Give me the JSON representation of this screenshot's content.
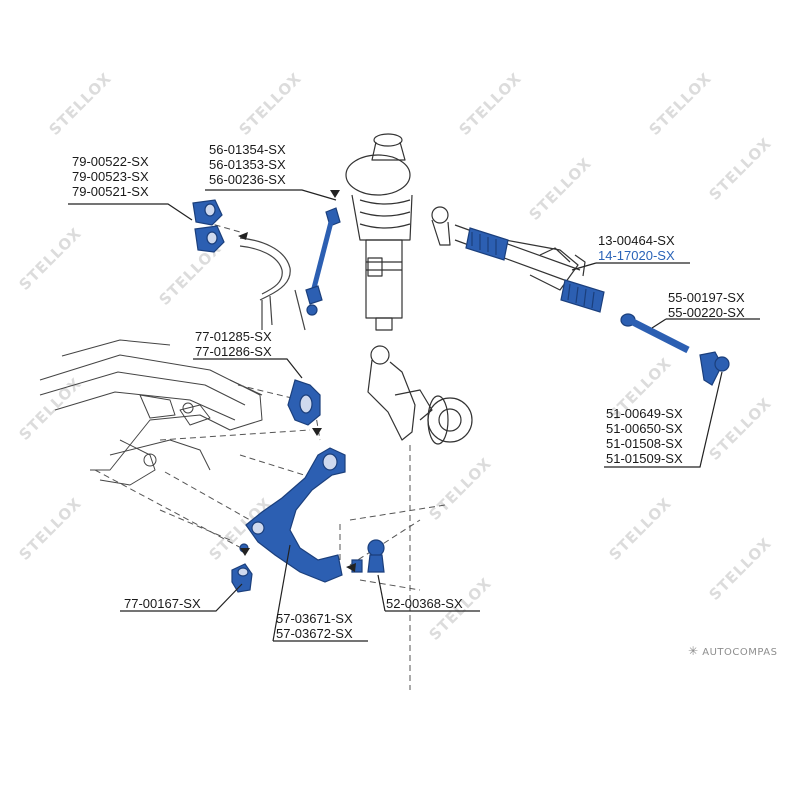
{
  "watermark": "STELLOX",
  "brand": "AUTOCOMPAS",
  "colors": {
    "part_fill": "#2c5fb2",
    "part_dark": "#1b3f7c",
    "highlight_label": "#2a63b8",
    "line": "#222222"
  },
  "labels": {
    "stabilizer_bushings": [
      "79-00522-SX",
      "79-00523-SX",
      "79-00521-SX"
    ],
    "stabilizer_links": [
      "56-01354-SX",
      "56-01353-SX",
      "56-00236-SX"
    ],
    "steering_rack_boot": [
      "13-00464-SX",
      "14-17020-SX"
    ],
    "inner_tie_rods": [
      "55-00197-SX",
      "55-00220-SX"
    ],
    "tie_rod_ends": [
      "51-00649-SX",
      "51-00650-SX",
      "51-01508-SX",
      "51-01509-SX"
    ],
    "arm_rear_bushings": [
      "77-01285-SX",
      "77-01286-SX"
    ],
    "arm_front_bushing": [
      "77-00167-SX"
    ],
    "control_arms": [
      "57-03671-SX",
      "57-03672-SX"
    ],
    "ball_joint": [
      "52-00368-SX"
    ]
  }
}
